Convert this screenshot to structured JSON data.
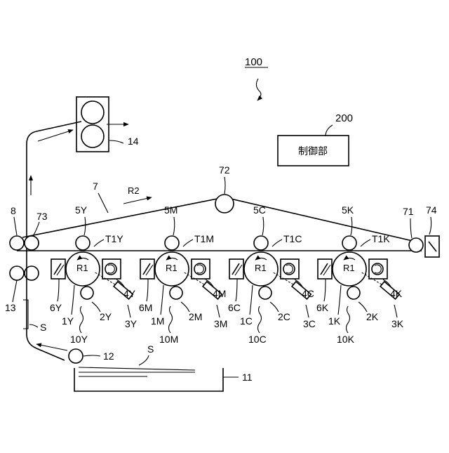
{
  "diagram": {
    "title_ref": "100",
    "controller": {
      "ref": "200",
      "label": "制御部"
    },
    "belt": {
      "ref": "7",
      "direction": "R2",
      "rollers": [
        "71",
        "72",
        "73"
      ],
      "cleaner": "74"
    },
    "fuser": "14",
    "sheet": "S",
    "tray": "11",
    "pickup_roller": "12",
    "registration_rollers": "13",
    "exit_rollers": "8",
    "drum_rotation": "R1",
    "stations": [
      {
        "color": "Y",
        "drum": "1Y",
        "charger": "2Y",
        "exposure": "3Y",
        "developer": "4Y",
        "primary": "5Y",
        "cleaner": "6Y",
        "unit": "10Y",
        "nip": "T1Y"
      },
      {
        "color": "M",
        "drum": "1M",
        "charger": "2M",
        "exposure": "3M",
        "developer": "4M",
        "primary": "5M",
        "cleaner": "6M",
        "unit": "10M",
        "nip": "T1M"
      },
      {
        "color": "C",
        "drum": "1C",
        "charger": "2C",
        "exposure": "3C",
        "developer": "4C",
        "primary": "5C",
        "cleaner": "6C",
        "unit": "10C",
        "nip": "T1C"
      },
      {
        "color": "K",
        "drum": "1K",
        "charger": "2K",
        "exposure": "3K",
        "developer": "4K",
        "primary": "5K",
        "cleaner": "6K",
        "unit": "10K",
        "nip": "T1K"
      }
    ]
  }
}
